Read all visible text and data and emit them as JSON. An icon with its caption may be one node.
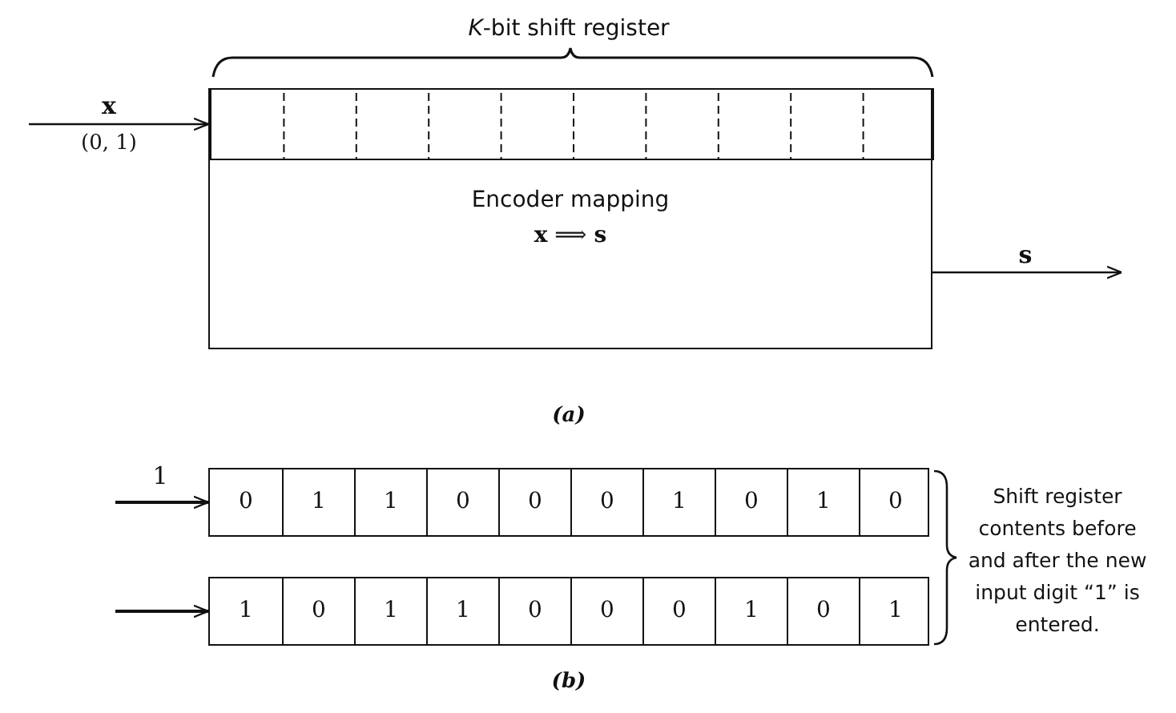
{
  "diagram": {
    "nodes": [
      {
        "text": [
          "Encoder mapping",
          "**x** ⟹ **s**"
        ]
      },
      {
        "text": [],
        "shape": "box",
        "in": 0
      },
      {
        "text": [],
        "shape": "box"
      },
      {
        "text": [
          "0"
        ],
        "in": 2
      },
      {
        "text": [
          "1"
        ],
        "in": 2
      },
      {
        "text": [
          "1"
        ],
        "in": 2
      },
      {
        "text": [
          "0"
        ],
        "in": 2
      },
      {
        "text": [
          "0"
        ],
        "in": 2
      },
      {
        "text": [
          "0"
        ],
        "in": 2
      },
      {
        "text": [
          "1"
        ],
        "in": 2
      },
      {
        "text": [
          "0"
        ],
        "in": 2
      },
      {
        "text": [
          "1"
        ],
        "in": 2
      },
      {
        "text": [
          "0"
        ],
        "in": 2
      },
      {
        "text": [],
        "shape": "box"
      },
      {
        "text": [
          "1"
        ],
        "in": 13
      },
      {
        "text": [
          "0"
        ],
        "in": 13
      },
      {
        "text": [
          "1"
        ],
        "in": 13
      },
      {
        "text": [
          "1"
        ],
        "in": 13
      },
      {
        "text": [
          "0"
        ],
        "in": 13
      },
      {
        "text": [
          "0"
        ],
        "in": 13
      },
      {
        "text": [
          "0"
        ],
        "in": 13
      },
      {
        "text": [
          "1"
        ],
        "in": 13
      },
      {
        "text": [
          "0"
        ],
        "in": 13
      },
      {
        "text": [
          "1"
        ],
        "in": 13
      }
    ],
    "edges": [
      {
        "from": null,
        "to": 1,
        "arrow": "to",
        "label": "x"
      },
      {
        "from": 0,
        "to": null,
        "arrow": "to",
        "label": "s"
      },
      {
        "from": null,
        "to": 2,
        "arrow": "to",
        "label": "1"
      },
      {
        "from": null,
        "to": 13,
        "arrow": "to"
      }
    ],
    "labels": [
      "*K*-bit shift register",
      "(0, 1)",
      "(a)",
      "Shift register contents before and after the new input digit “1” is entered.",
      "(b)"
    ]
  }
}
